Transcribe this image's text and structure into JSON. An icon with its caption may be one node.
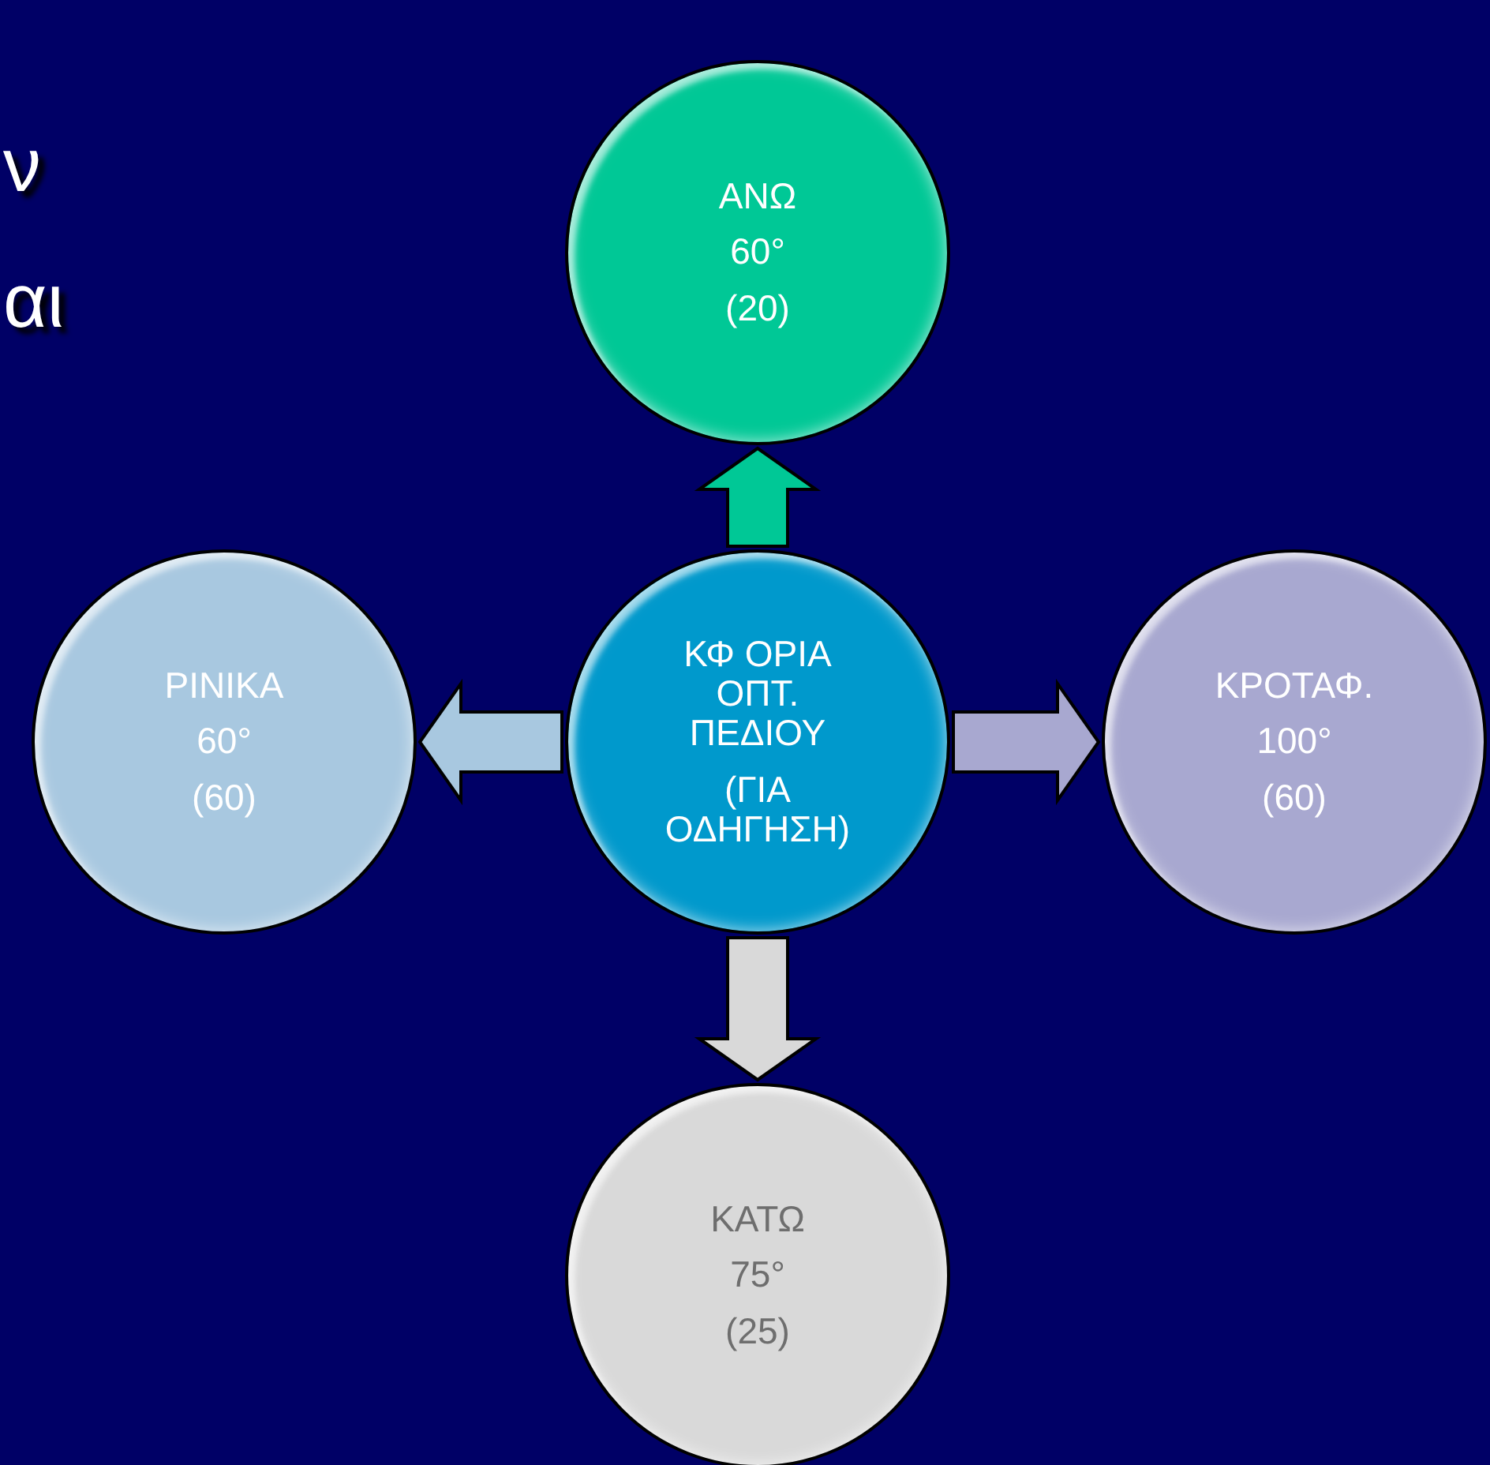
{
  "diagram": {
    "nodes": [
      {
        "text": [
          "ΑΝΩ",
          "60°",
          "(20)"
        ]
      },
      {
        "text": [
          "ΡΙΝΙΚΑ",
          "60°",
          "(60)"
        ]
      },
      {
        "text": [
          "ΚΦ ΟΡΙΑ ΟΠΤ. ΠΕΔΙΟΥ",
          "(ΓΙΑ ΟΔΗΓΗΣΗ)"
        ]
      },
      {
        "text": [
          "ΚΡΟΤΑΦ.",
          "100°",
          "(60)"
        ]
      },
      {
        "text": [
          "ΚΑΤΩ",
          "75°",
          "(25)"
        ]
      }
    ],
    "edges": [
      {
        "from": 2,
        "to": 0,
        "arrow": "to",
        "color": "#00c896"
      },
      {
        "from": 2,
        "to": 1,
        "arrow": "to",
        "color": "#a8c8e0"
      },
      {
        "from": 2,
        "to": 3,
        "arrow": "to",
        "color": "#a8a8d0"
      },
      {
        "from": 2,
        "to": 4,
        "arrow": "to",
        "color": "#d9d9d9"
      }
    ],
    "labels": [
      "ν",
      "αι"
    ]
  }
}
